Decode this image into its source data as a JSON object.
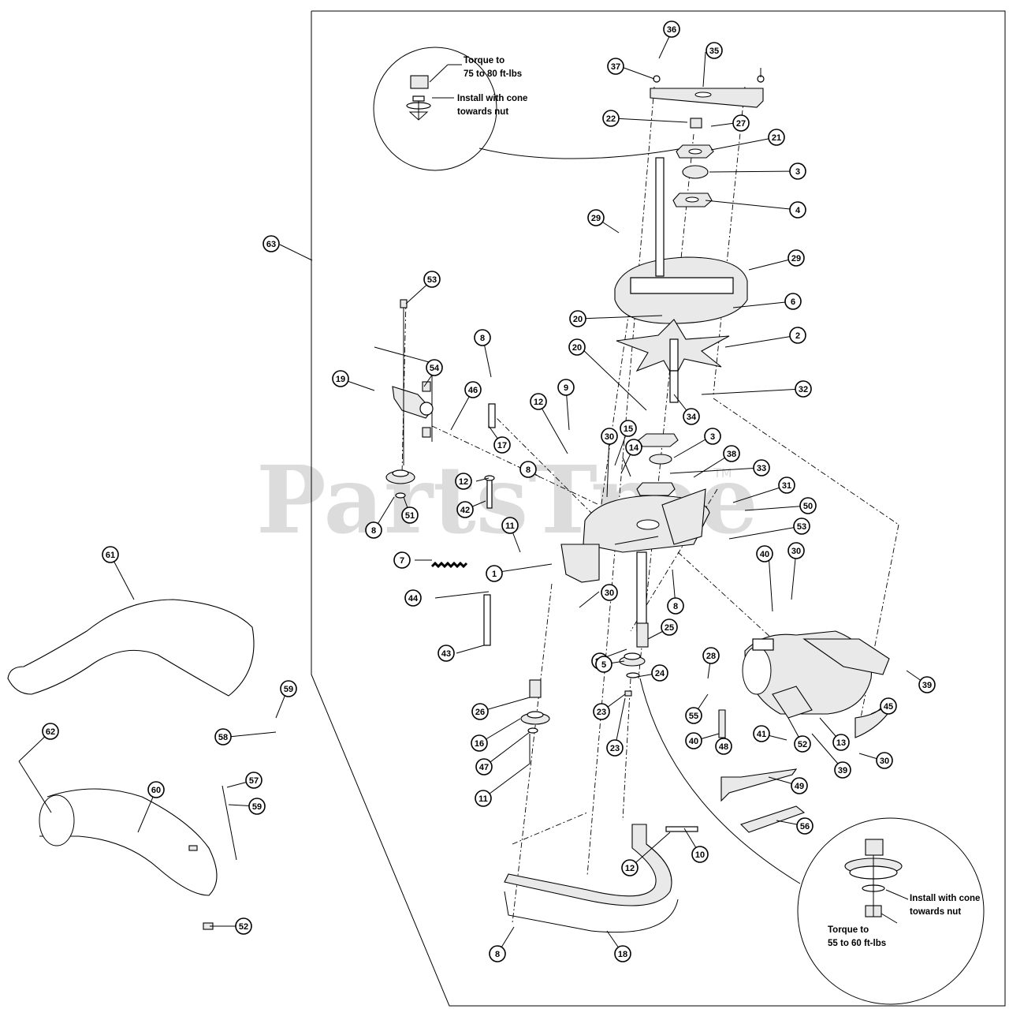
{
  "watermark": {
    "text": "PartsTree",
    "trademark": "TM"
  },
  "notes": {
    "top_torque_line1": "Torque to",
    "top_torque_line2": "75 to 80 ft-lbs",
    "top_install_line1": "Install with cone",
    "top_install_line2": "towards nut",
    "bottom_install_line1": "Install with cone",
    "bottom_install_line2": "towards nut",
    "bottom_torque_line1": "Torque to",
    "bottom_torque_line2": "55 to 60 ft-lbs"
  },
  "callouts": [
    "36",
    "35",
    "37",
    "22",
    "27",
    "21",
    "3",
    "4",
    "29",
    "29",
    "63",
    "6",
    "20",
    "2",
    "53",
    "8",
    "20",
    "32",
    "19",
    "54",
    "46",
    "9",
    "12",
    "34",
    "15",
    "30",
    "3",
    "14",
    "38",
    "33",
    "17",
    "8",
    "12",
    "31",
    "50",
    "51",
    "8",
    "42",
    "11",
    "53",
    "7",
    "1",
    "40",
    "30",
    "44",
    "30",
    "8",
    "27",
    "25",
    "61",
    "43",
    "28",
    "24",
    "5",
    "39",
    "26",
    "23",
    "59",
    "55",
    "45",
    "16",
    "58",
    "40",
    "48",
    "41",
    "52",
    "13",
    "39",
    "30",
    "62",
    "47",
    "23",
    "49",
    "11",
    "57",
    "60",
    "59",
    "56",
    "10",
    "12",
    "52",
    "8",
    "18"
  ]
}
